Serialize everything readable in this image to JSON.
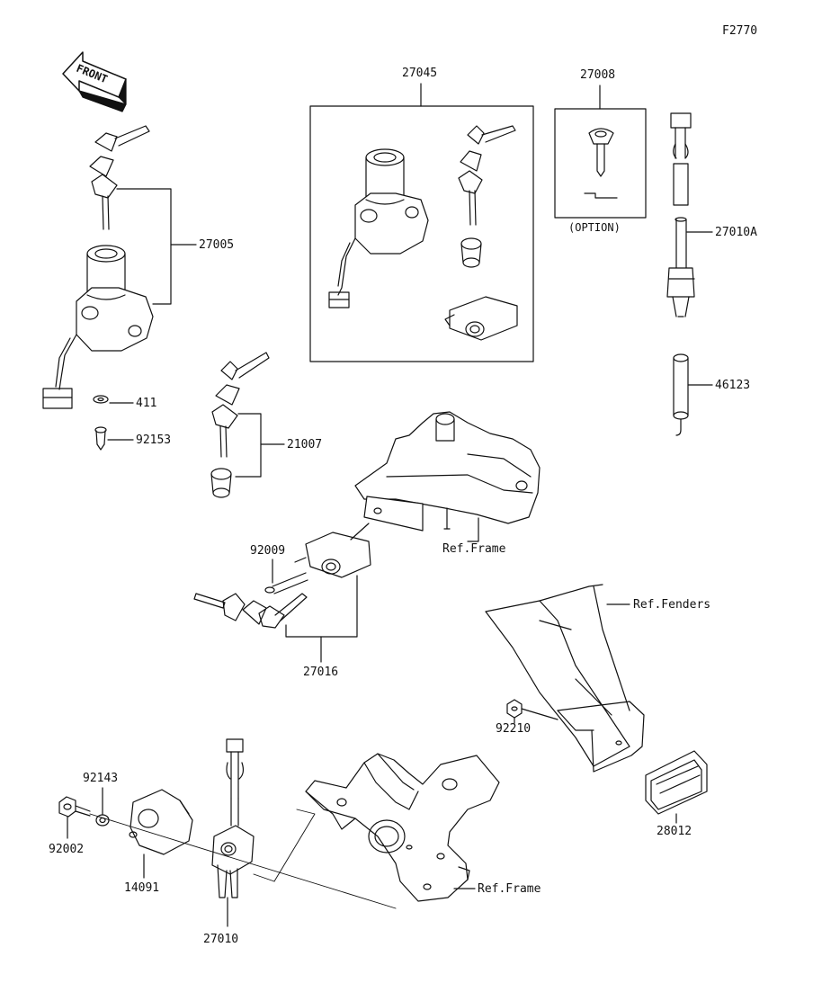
{
  "figure_code": "F2770",
  "front_label": "FRONT",
  "option_label": "(OPTION)",
  "parts": {
    "p27045": "27045",
    "p27008": "27008",
    "p27005": "27005",
    "p27010A": "27010A",
    "p411": "411",
    "p92153": "92153",
    "p21007": "21007",
    "p46123": "46123",
    "p92009": "92009",
    "p27016": "27016",
    "p92210": "92210",
    "p28012": "28012",
    "p92143": "92143",
    "p92002": "92002",
    "p14091": "14091",
    "p27010": "27010"
  },
  "refs": {
    "frame_upper": "Ref.Frame",
    "fenders": "Ref.Fenders",
    "frame_lower": "Ref.Frame"
  },
  "colors": {
    "line": "#111111",
    "background": "#ffffff"
  }
}
